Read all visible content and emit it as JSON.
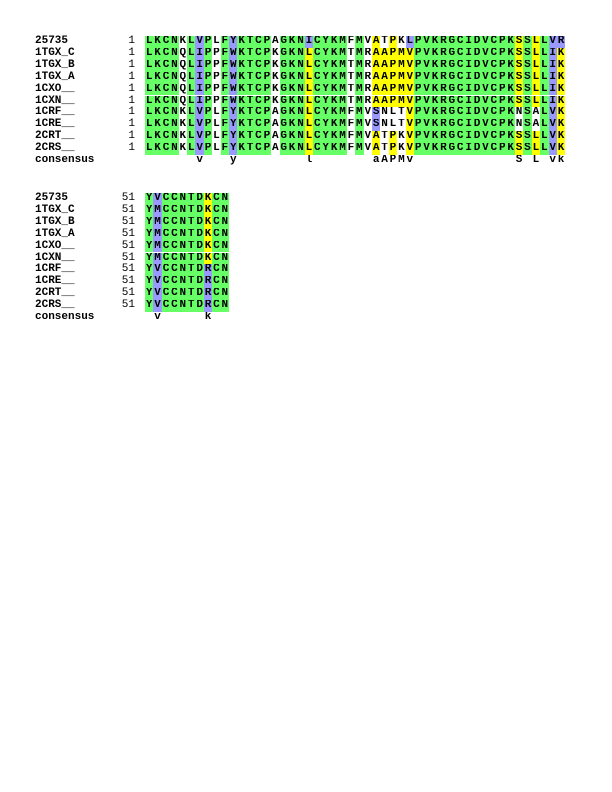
{
  "colors": {
    "g": "#66ff66",
    "b": "#9999ff",
    "y": "#ffff00",
    "w": "#ffffff"
  },
  "blocks": [
    {
      "rows": [
        {
          "name": "25735",
          "start": "1",
          "seq": "LKCNKLVPLFYKTCPAGKNICYKMFMVATPKLPVKRGCIDVCPKSSLLVR",
          "shade": "ggggwgbgwgbggggwgggbggggwgwywywbggggggggggggygygbb"
        },
        {
          "name": "1TGX_C",
          "start": "1",
          "seq": "LKCNQLIPPFWKTCPKGKNLCYKMTMRAAPMVPVKRGCIDVCPKSSLLIK",
          "shade": "ggggwgbgwgbggggwgggyggggwgwyyyyyggggggggggggygygby"
        },
        {
          "name": "1TGX_B",
          "start": "1",
          "seq": "LKCNQLIPPFWKTCPKGKNLCYKMTMRAAPMVPVKRGCIDVCPKSSLLIK",
          "shade": "ggggwgbgwgbggggwgggyggggwgwyyyyyggggggggggggygygby"
        },
        {
          "name": "1TGX_A",
          "start": "1",
          "seq": "LKCNQLIPPFWKTCPKGKNLCYKMTMRAAPMVPVKRGCIDVCPKSSLLIK",
          "shade": "ggggwgbgwgbggggwgggyggggwgwyyyyyggggggggggggygygby"
        },
        {
          "name": "1CXO__",
          "start": "1",
          "seq": "LKCNQLIPPFWKTCPKGKNLCYKMTMRAAPMVPVKRGCIDVCPKSSLLIK",
          "shade": "ggggwgbgwgbggggwgggyggggwgwyyyyyggggggggggggygygby"
        },
        {
          "name": "1CXN__",
          "start": "1",
          "seq": "LKCNQLIPPFWKTCPKGKNLCYKMTMRAAPMVPVKRGCIDVCPKSSLLIK",
          "shade": "ggggwgbgwgbggggwgggyggggwgwyyyyyggggggggggggygygby"
        },
        {
          "name": "1CRF__",
          "start": "1",
          "seq": "LKCNKLVPLFYKTCPAGKNLCYKMFMVSNLTVPVKRGCIDVCPKNSALVK",
          "shade": "ggggwgbgwgbggggwgggyggggwgwbwwwyggggggggggggwgwgby"
        },
        {
          "name": "1CRE__",
          "start": "1",
          "seq": "LKCNKLVPLFYKTCPAGKNLCYKMFMVSNLTVPVKRGCIDVCPKNSALVK",
          "shade": "ggggwgbgwgbggggwgggyggggwgwbwwwyggggggggggggwgwgby"
        },
        {
          "name": "2CRT__",
          "start": "1",
          "seq": "LKCNKLVPLFYKTCPAGKNLCYKMFMVATPKVPVKRGCIDVCPKSSLLVK",
          "shade": "ggggwgbgwgbggggwgggyggggwgwywywyggggggggggggygygby"
        },
        {
          "name": "2CRS__",
          "start": "1",
          "seq": "LKCNKLVPLFYKTCPAGKNLCYKMFMVATPKVPVKRGCIDVCPKSSLLVK",
          "shade": "ggggwgbgwgbggggwgggyggggwgwywywyggggggggggggygygby"
        }
      ],
      "consensus_label": "consensus",
      "consensus": "      v   y        l       aAPMv            S L vk"
    },
    {
      "rows": [
        {
          "name": "25735",
          "start": "51",
          "seq": "YVCCNTDKCN",
          "shade": "gbgggggygg"
        },
        {
          "name": "1TGX_C",
          "start": "51",
          "seq": "YMCCNTDKCN",
          "shade": "gbgggggygg"
        },
        {
          "name": "1TGX_B",
          "start": "51",
          "seq": "YMCCNTDKCN",
          "shade": "gbgggggygg"
        },
        {
          "name": "1TGX_A",
          "start": "51",
          "seq": "YMCCNTDKCN",
          "shade": "gbgggggygg"
        },
        {
          "name": "1CXO__",
          "start": "51",
          "seq": "YMCCNTDKCN",
          "shade": "gbgggggygg"
        },
        {
          "name": "1CXN__",
          "start": "51",
          "seq": "YMCCNTDKCN",
          "shade": "gbgggggygg"
        },
        {
          "name": "1CRF__",
          "start": "51",
          "seq": "YVCCNTDRCN",
          "shade": "gbgggggbgg"
        },
        {
          "name": "1CRE__",
          "start": "51",
          "seq": "YVCCNTDRCN",
          "shade": "gbgggggbgg"
        },
        {
          "name": "2CRT__",
          "start": "51",
          "seq": "YVCCNTDRCN",
          "shade": "gbgggggbgg"
        },
        {
          "name": "2CRS__",
          "start": "51",
          "seq": "YVCCNTDRCN",
          "shade": "gbgggggbgg"
        }
      ],
      "consensus_label": "consensus",
      "consensus": " v     k  "
    }
  ]
}
